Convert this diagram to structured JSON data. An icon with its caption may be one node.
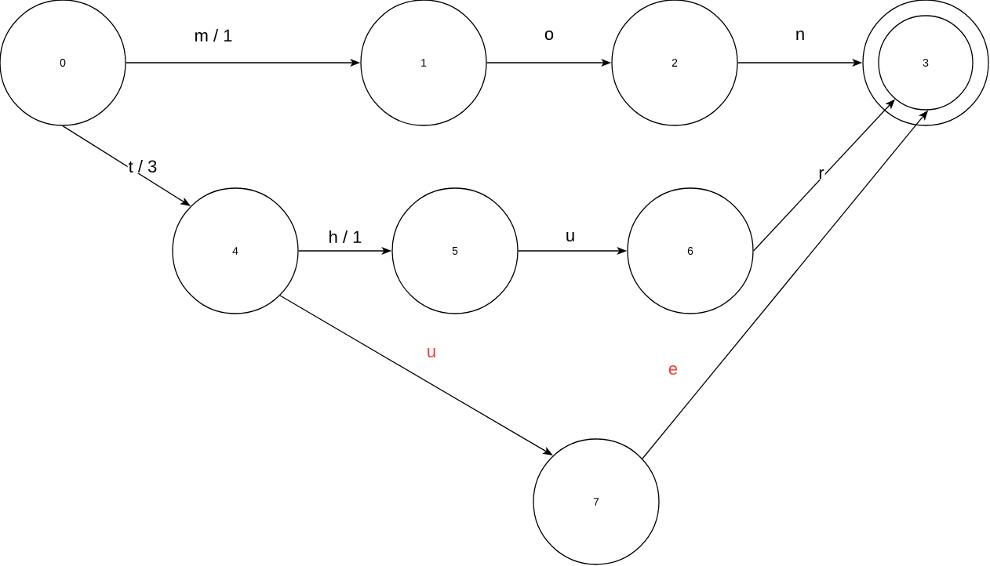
{
  "diagram": {
    "nodes": [
      {
        "text": [
          "0"
        ]
      },
      {
        "text": [
          "1"
        ]
      },
      {
        "text": [
          "2"
        ]
      },
      {
        "text": [
          "3"
        ]
      },
      {
        "text": [
          "4"
        ]
      },
      {
        "text": [
          "5"
        ]
      },
      {
        "text": [
          "6"
        ]
      },
      {
        "text": [
          "7"
        ]
      }
    ],
    "edges": [
      {
        "from": 0,
        "to": 1,
        "arrow": "to",
        "label": "m / 1"
      },
      {
        "from": 1,
        "to": 2,
        "arrow": "to",
        "label": "o"
      },
      {
        "from": 2,
        "to": 3,
        "arrow": "to",
        "label": "n"
      },
      {
        "from": 0,
        "to": 4,
        "arrow": "to",
        "label": "t / 3"
      },
      {
        "from": 4,
        "to": 5,
        "arrow": "to",
        "label": "h / 1"
      },
      {
        "from": 5,
        "to": 6,
        "arrow": "to",
        "label": "u"
      },
      {
        "from": 6,
        "to": 3,
        "arrow": "to",
        "label": "r"
      },
      {
        "from": 4,
        "to": 7,
        "arrow": "to",
        "label": "u"
      },
      {
        "from": 7,
        "to": 3,
        "arrow": "to",
        "label": "e"
      }
    ]
  }
}
